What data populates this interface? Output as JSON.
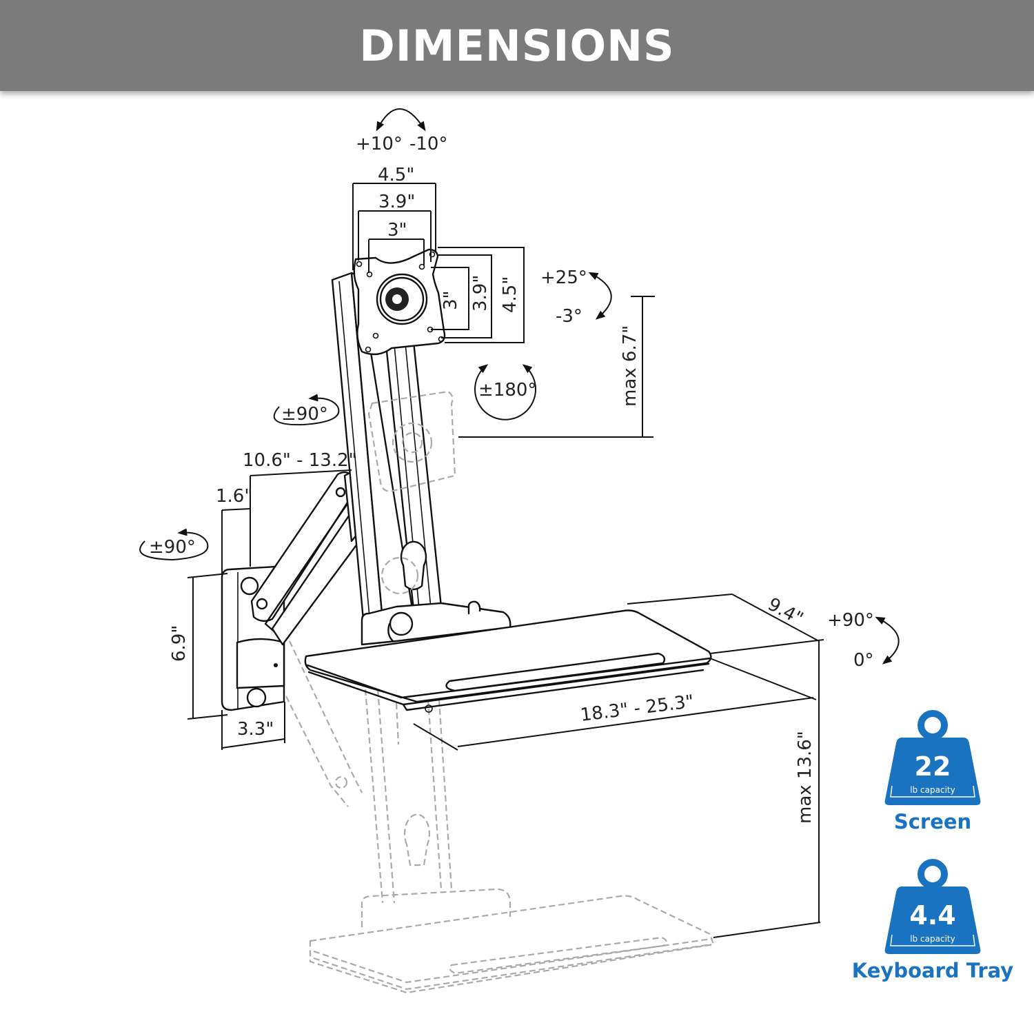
{
  "header": {
    "title": "DIMENSIONS",
    "background_color": "#7b7b7b",
    "text_color": "#ffffff"
  },
  "diagram": {
    "subject": "wall-mounted sit-stand workstation with monitor arm and keyboard tray",
    "rotation_labels": {
      "monitor_tilt_sideways": {
        "plus": "+10°",
        "minus": "-10°"
      },
      "monitor_tilt": {
        "plus": "+25°",
        "minus": "-3°"
      },
      "monitor_rotation": "±180°",
      "arm_swivel": "±90°",
      "wall_swivel": "±90°",
      "tray_tilt": {
        "plus": "+90°",
        "zero": "0°"
      }
    },
    "vesa_dimensions": {
      "horizontal": [
        "4.5\"",
        "3.9\"",
        "3\""
      ],
      "vertical": [
        "3\"",
        "3.9\"",
        "4.5\""
      ]
    },
    "measurements": {
      "monitor_height_adjust": "max 6.7\"",
      "arm_extension": "10.6\" - 13.2\"",
      "arm_offset": "1.6\"",
      "wall_plate_height": "6.9\"",
      "wall_plate_width": "3.3\"",
      "tray_depth": "9.4\"",
      "tray_width": "18.3\" - 25.3\"",
      "tray_height_adjust": "max 13.6\""
    }
  },
  "capacity": {
    "accent_color": "#1a73c0",
    "items": [
      {
        "value": "22",
        "unit": "lb capacity",
        "caption": "Screen"
      },
      {
        "value": "4.4",
        "unit": "lb capacity",
        "caption": "Keyboard Tray"
      }
    ]
  }
}
